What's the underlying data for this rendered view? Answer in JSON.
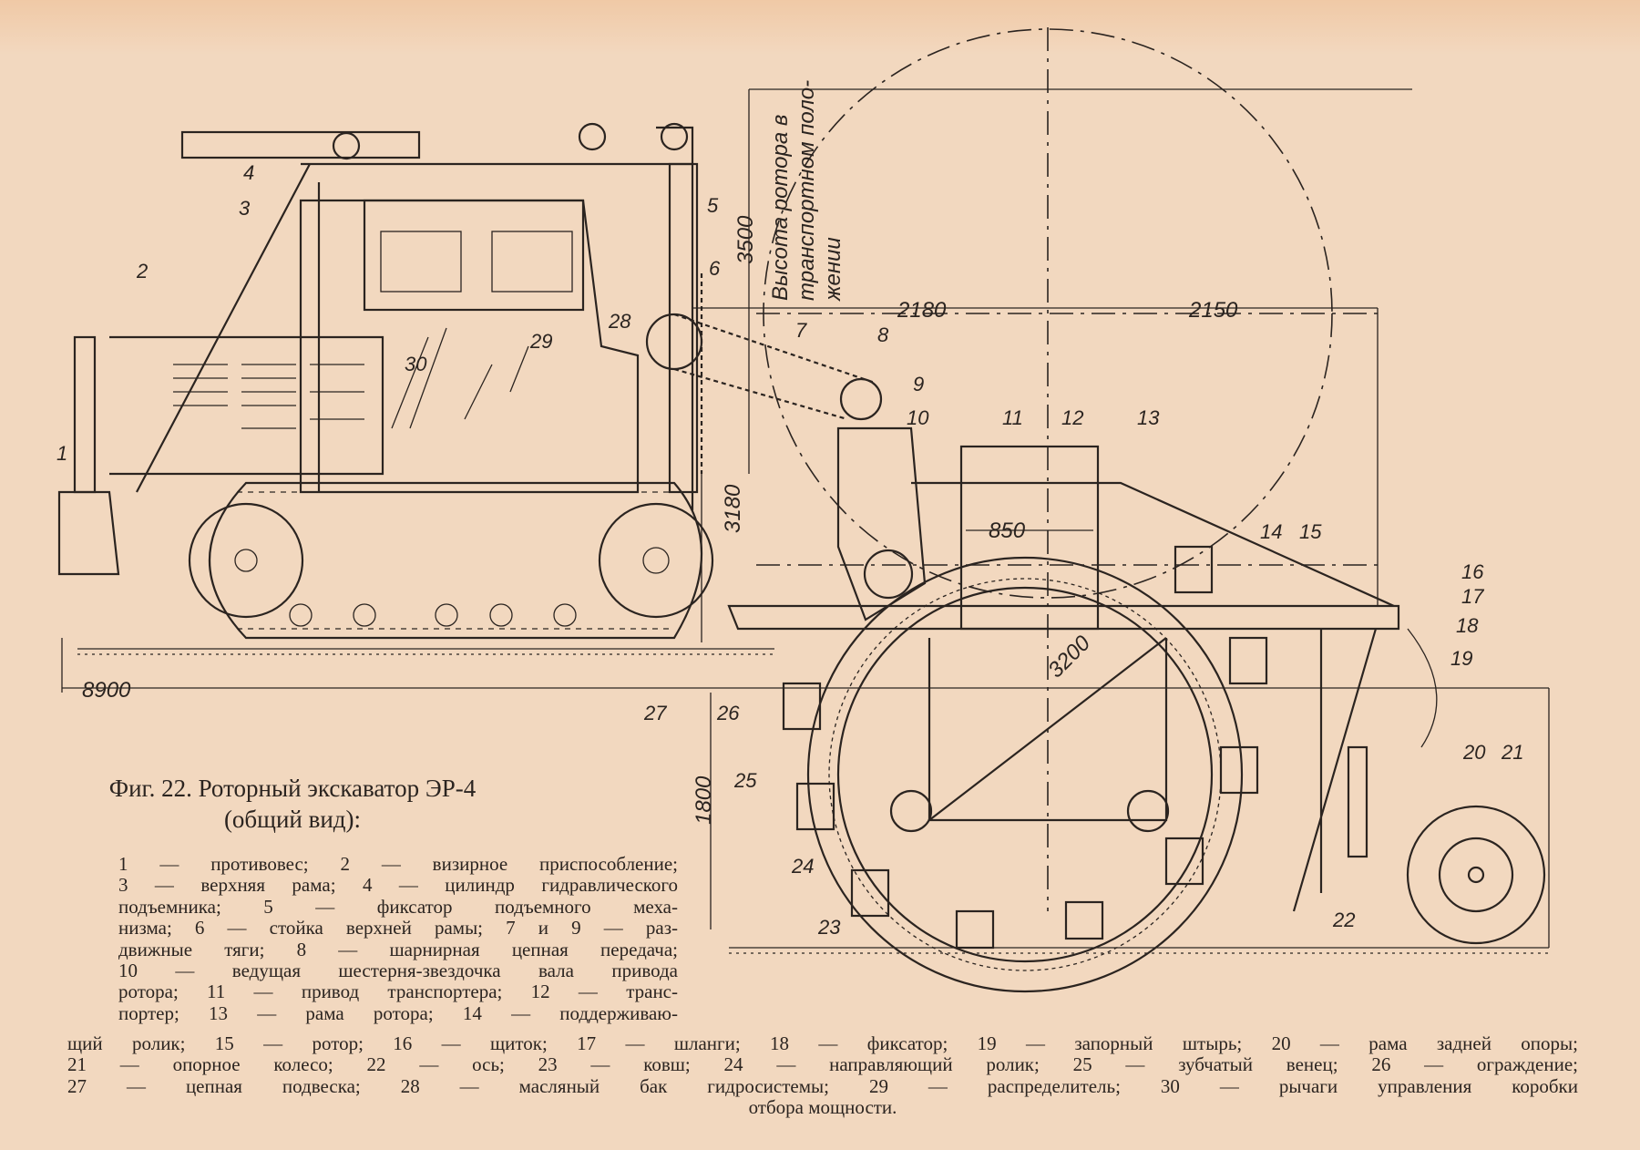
{
  "figure": {
    "title_line1": "Фиг. 22. Роторный экскаватор ЭР-4",
    "title_line2": "(общий вид):"
  },
  "legend": {
    "left_lines": [
      "1 — противовес;  2 — визирное приспособление;",
      "3 — верхняя рама; 4 — цилиндр гидравлического",
      "подъемника;  5 — фиксатор  подъемного  меха-",
      "низма; 6 — стойка верхней рамы; 7 и 9 — раз-",
      "движные тяги; 8 — шарнирная цепная передача;",
      "10 — ведущая шестерня-звездочка вала привода",
      "ротора; 11 — привод транспортера; 12 — транс-",
      "портер; 13 — рама ротора; 14 — поддерживаю-"
    ],
    "full_lines": [
      "щий ролик; 15 — ротор; 16 — щиток; 17 — шланги; 18 — фиксатор; 19 — запорный штырь; 20 — рама задней опоры;",
      "21 — опорное колесо; 22 — ось; 23 — ковш; 24 — направляющий ролик; 25 — зубчатый венец; 26 — ограждение;",
      "27 — цепная подвеска; 28 — масляный бак гидросистемы; 29 — распределитель; 30 — рычаги управления коробки",
      "отбора мощности."
    ]
  },
  "dimensions": {
    "rotor_height": "3500",
    "rotor_height_note_1": "Высота ротора в",
    "rotor_height_note_2": "транспортном поло-",
    "rotor_height_note_3": "жении",
    "d2180": "2180",
    "d2150": "2150",
    "d850": "850",
    "d3200": "3200",
    "d3180": "3180",
    "d8900": "8900",
    "d1800": "1800"
  },
  "callouts": [
    "1",
    "2",
    "3",
    "4",
    "5",
    "6",
    "7",
    "8",
    "9",
    "10",
    "11",
    "12",
    "13",
    "14",
    "15",
    "16",
    "17",
    "18",
    "19",
    "20",
    "21",
    "22",
    "23",
    "24",
    "25",
    "26",
    "27",
    "28",
    "29",
    "30"
  ],
  "colors": {
    "paper": "#f2d8bf",
    "ink": "#2b2420"
  }
}
